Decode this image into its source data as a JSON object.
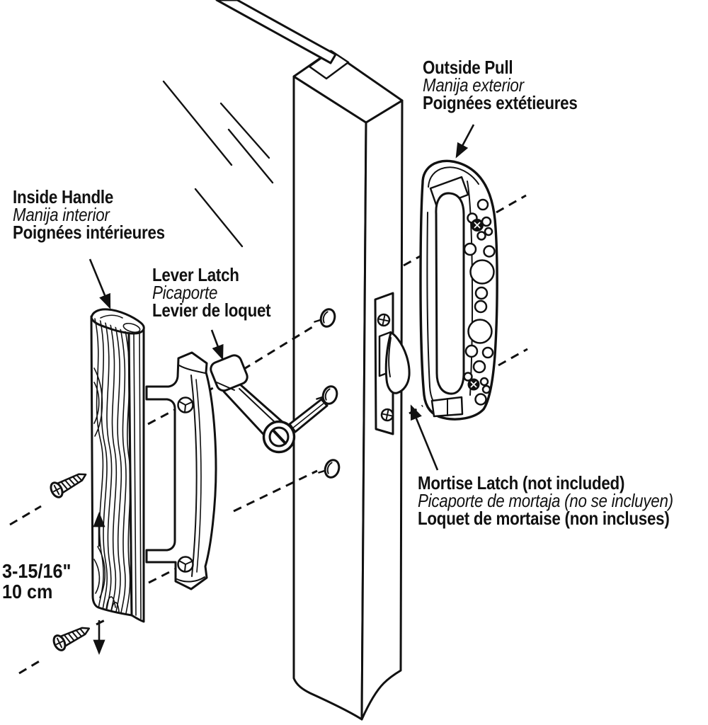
{
  "colors": {
    "ink": "#111111",
    "background": "#ffffff"
  },
  "labels": {
    "inside_handle": {
      "en": "Inside Handle",
      "es": "Manija interior",
      "fr": "Poignées intérieures"
    },
    "lever_latch": {
      "en": "Lever Latch",
      "es": "Picaporte",
      "fr": "Levier de loquet"
    },
    "outside_pull": {
      "en": "Outside Pull",
      "es": "Manija exterior",
      "fr": "Poignées extétieures"
    },
    "mortise_latch": {
      "en": "Mortise Latch (not included)",
      "es": "Picaporte de mortaja (no se incluyen)",
      "fr": "Loquet de mortaise (non incluses)"
    }
  },
  "dimension": {
    "imperial": "3-15/16\"",
    "metric": "10 cm"
  }
}
